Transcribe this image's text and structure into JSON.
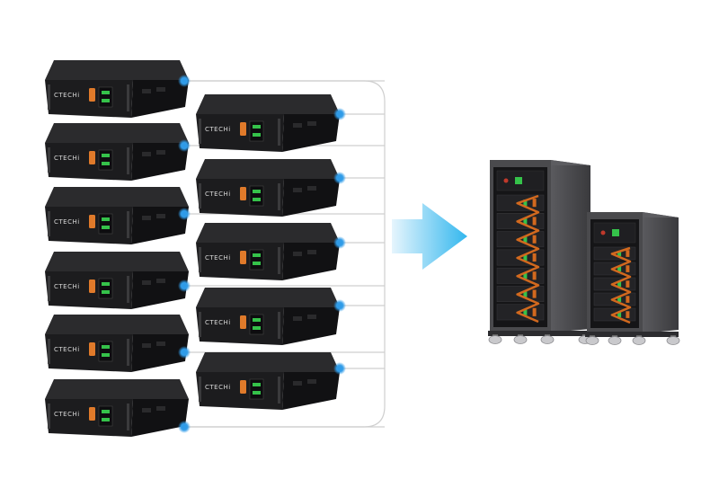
{
  "brand": {
    "module_logo": "CTECHi"
  },
  "modules": {
    "left_column_count": 6,
    "right_column_count": 5,
    "label": "CTECHi"
  },
  "connection_dots_color": "#2f9be8",
  "wire_color": "#cfcfcf",
  "arrow": {
    "icon": "arrow-right-icon",
    "color_start": "#e6f5fd",
    "color_end": "#33b7ee"
  },
  "racks": {
    "tall_rack_modules": 7,
    "short_rack_modules": 5,
    "cable_color": "#d2691e"
  },
  "colors": {
    "module_top": "#2b2b2d",
    "module_front": "#1c1c1e",
    "module_side": "#111113",
    "accent_orange": "#e07a2a",
    "accent_green": "#35c24a",
    "rack_body": "#4a4a4d",
    "rack_inner": "#151517"
  }
}
